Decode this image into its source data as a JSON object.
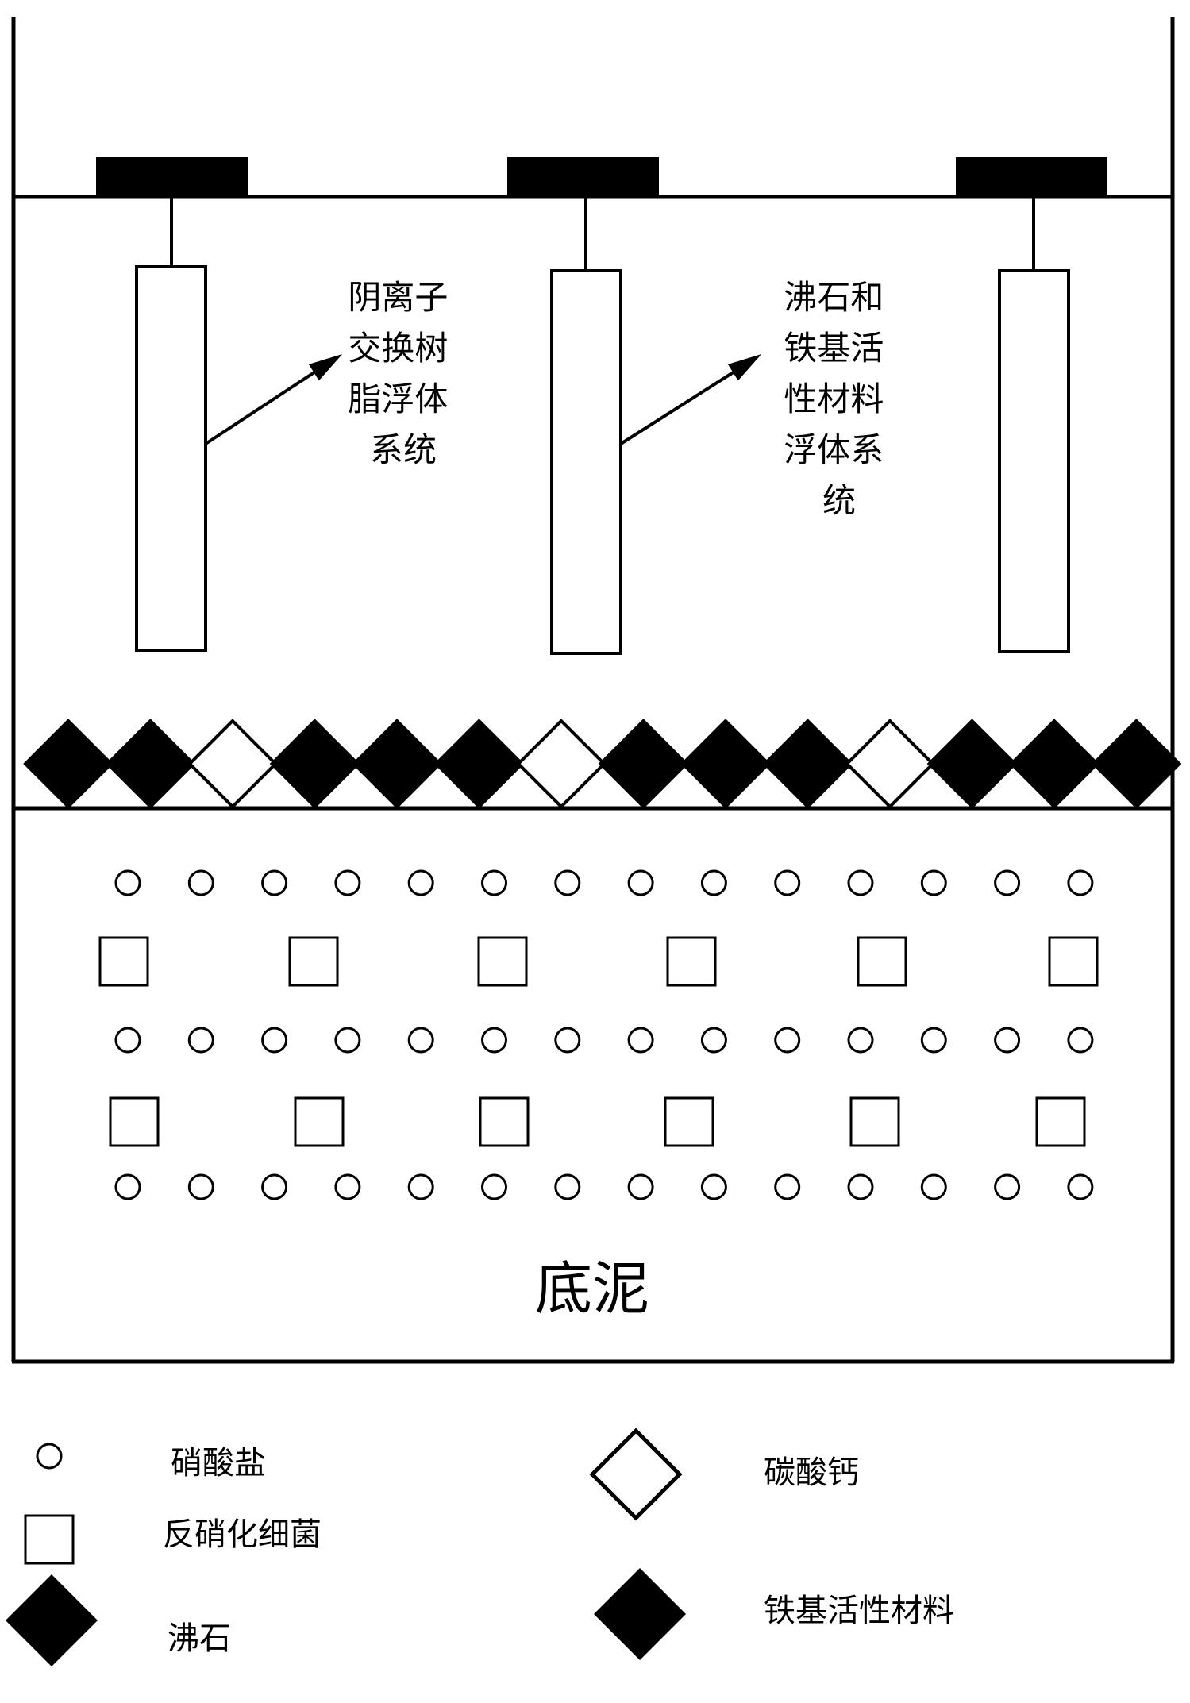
{
  "labels": {
    "resin_system": [
      "阴离子",
      "交换树",
      "脂浮体",
      "系统"
    ],
    "zeolite_iron_system": [
      "沸石和",
      "铁基活",
      "性材料",
      "浮体系",
      "统"
    ],
    "sediment": "底泥"
  },
  "legend": {
    "nitrate": "硝酸盐",
    "denitrifying_bacteria": "反硝化细菌",
    "zeolite": "沸石",
    "calcium_carbonate": "碳酸钙",
    "iron_based_material": "铁基活性材料"
  },
  "diamond_layer": [
    "iron",
    "iron",
    "carbonate",
    "iron",
    "iron",
    "iron",
    "carbonate",
    "iron",
    "iron",
    "iron",
    "carbonate",
    "iron",
    "iron",
    "iron"
  ],
  "colors": {
    "stroke": "#000000",
    "fill_dark": "#000000",
    "fill_light": "#ffffff"
  }
}
